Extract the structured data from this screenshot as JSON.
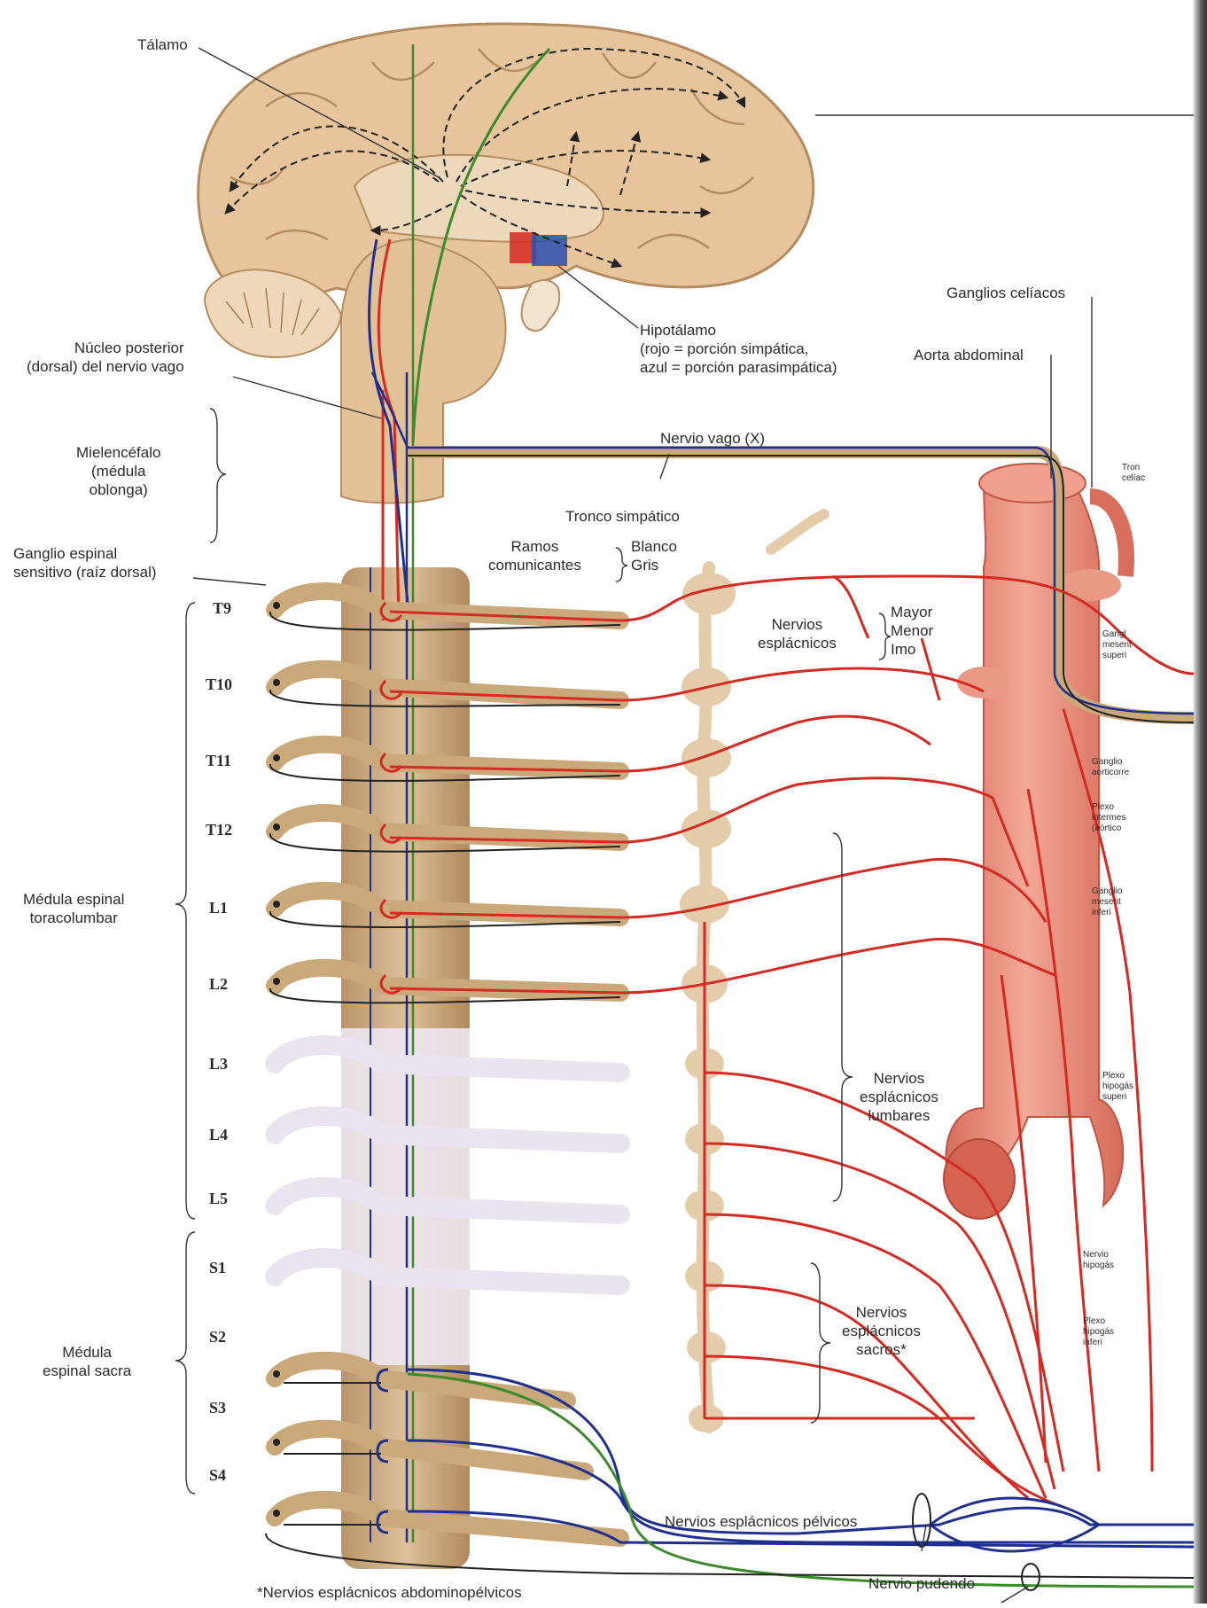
{
  "labels": {
    "talamo": "Tálamo",
    "nucleo": [
      "Núcleo posterior",
      "(dorsal) del nervio vago"
    ],
    "hipotalamo": [
      "Hipotálamo",
      "(rojo = porción simpática,",
      "azul = porción parasimpática)"
    ],
    "ganglios_celiacos": "Ganglios celíacos",
    "aorta": "Aorta abdominal",
    "mielencefalo": [
      "Mielencéfalo",
      "(médula",
      "oblonga)"
    ],
    "vago": "Nervio vago (X)",
    "tronco": "Tronco simpático",
    "ramos": [
      "Ramos",
      "comunicantes"
    ],
    "blanco_gris": [
      "Blanco",
      "Gris"
    ],
    "ganglio_espinal": [
      "Ganglio espinal",
      "sensitivo (raíz dorsal)"
    ],
    "nervios_esplacnicos": [
      "Nervios",
      "esplácnicos"
    ],
    "mayor_menor_imo": [
      "Mayor",
      "Menor",
      "Imo"
    ],
    "medula_toraco": [
      "Médula espinal",
      "toracolumbar"
    ],
    "lumbares": [
      "Nervios",
      "esplácnicos",
      "lumbares"
    ],
    "sacros": [
      "Nervios",
      "esplácnicos",
      "sacros*"
    ],
    "medula_sacra": [
      "Médula",
      "espinal sacra"
    ],
    "pelvicos": "Nervios esplácnicos pélvicos",
    "pudendo": "Nervio pudendo",
    "footnote": "*Nervios esplácnicos abdominopélvicos"
  },
  "segments": [
    "T9",
    "T10",
    "T11",
    "T12",
    "L1",
    "L2",
    "L3",
    "L4",
    "L5",
    "S1",
    "S2",
    "S3",
    "S4"
  ],
  "edge_fragments": {
    "tronco_celiaco": [
      "Tron",
      "celíac"
    ],
    "g_mes_sup": [
      "Gangl",
      "mesent",
      "superi"
    ],
    "g_aorticorrenal": [
      "Ganglio",
      "aorticorre"
    ],
    "plexo_intermes": [
      "Plexo",
      "intermes",
      "(aórtico"
    ],
    "g_mes_inf": [
      "Ganglio",
      "mesent",
      "inferi"
    ],
    "plexo_hip_sup": [
      "Plexo",
      "hipogás",
      "superi"
    ],
    "nervio_hip": [
      "Nervio",
      "hipogás"
    ],
    "plexo_hip_inf": [
      "Plexo",
      "hipogás",
      "inferi"
    ]
  },
  "colors": {
    "sympathetic": "#d42a22",
    "parasympathetic": "#1f2f8f",
    "sensory": "#3c8a2c",
    "nerve_tan": "#c9a97a",
    "nerve_pale": "#e9e4ee",
    "brain": "#e3c197",
    "aorta": "#e88a78"
  }
}
